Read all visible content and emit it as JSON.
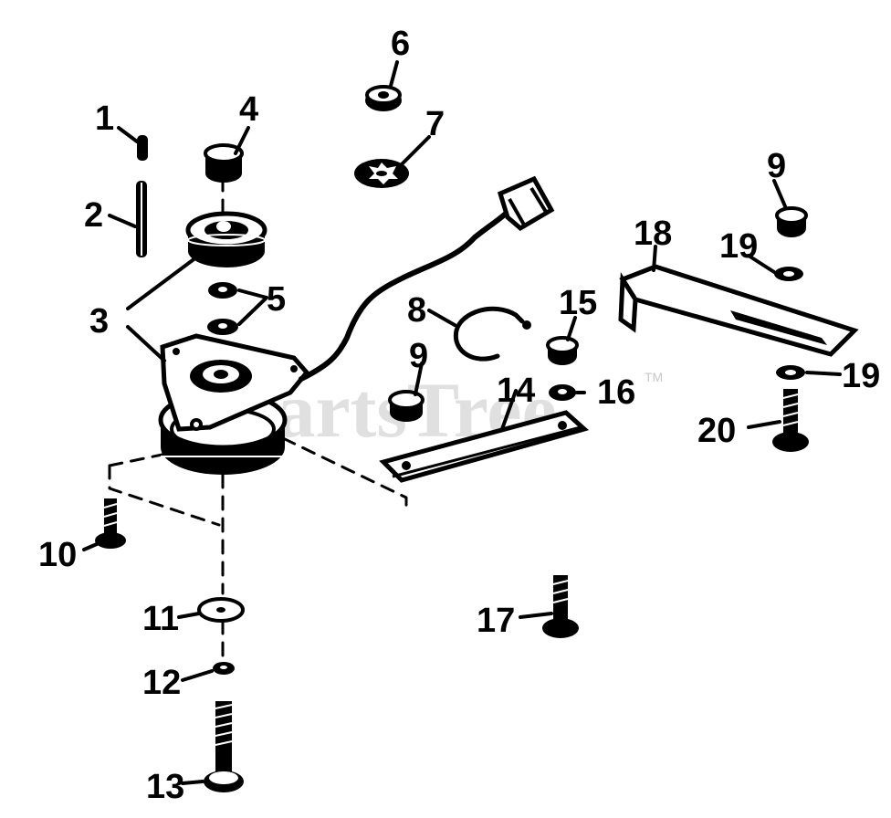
{
  "diagram": {
    "watermark": "PartsTree",
    "trademark": "TM",
    "callouts": [
      "1",
      "2",
      "3",
      "4",
      "5",
      "6",
      "7",
      "8",
      "9",
      "10",
      "11",
      "12",
      "13",
      "14",
      "15",
      "16",
      "17",
      "18",
      "19",
      "20"
    ]
  }
}
